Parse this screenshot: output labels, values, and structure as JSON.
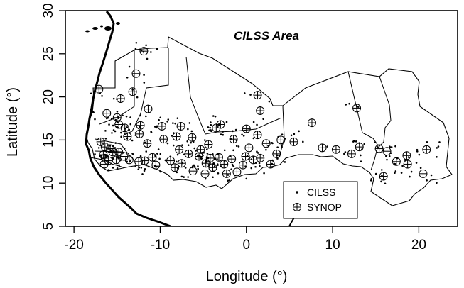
{
  "chart_data": {
    "type": "scatter",
    "title": "CILSS Area",
    "xlabel": "Longitude (°)",
    "ylabel": "Latitude (°)",
    "xlim": [
      -21,
      24.5
    ],
    "ylim": [
      5,
      30
    ],
    "xticks": [
      "-20",
      "-10",
      "0",
      "10",
      "20"
    ],
    "yticks": [
      "5",
      "10",
      "15",
      "20",
      "25",
      "30"
    ],
    "legend": {
      "position": "bottom-right",
      "entries": [
        {
          "label": "CILSS",
          "marker": "dot"
        },
        {
          "label": "SYNOP",
          "marker": "circle-plus"
        }
      ]
    },
    "series": [
      {
        "name": "SYNOP",
        "marker": "circle-plus",
        "points": [
          [
            -11.9,
            25.3
          ],
          [
            -12.8,
            22.7
          ],
          [
            -17.1,
            20.9
          ],
          [
            -13.2,
            20.6
          ],
          [
            -14.6,
            19.8
          ],
          [
            -11.4,
            18.6
          ],
          [
            -16.2,
            18.1
          ],
          [
            -15.0,
            17.6
          ],
          [
            -14.8,
            16.8
          ],
          [
            -12.3,
            16.7
          ],
          [
            -9.8,
            16.6
          ],
          [
            -7.6,
            16.6
          ],
          [
            -14.1,
            16.4
          ],
          [
            -12.4,
            15.7
          ],
          [
            -13.8,
            15.4
          ],
          [
            -11.5,
            14.6
          ],
          [
            -9.6,
            15.1
          ],
          [
            -6.3,
            15.3
          ],
          [
            -8.1,
            15.4
          ],
          [
            -3.5,
            16.4
          ],
          [
            -3.0,
            16.8
          ],
          [
            -1.5,
            15.1
          ],
          [
            0.0,
            16.3
          ],
          [
            1.3,
            15.6
          ],
          [
            2.3,
            14.6
          ],
          [
            1.3,
            20.2
          ],
          [
            1.6,
            18.4
          ],
          [
            7.6,
            17.0
          ],
          [
            12.8,
            18.7
          ],
          [
            4.0,
            15.0
          ],
          [
            5.5,
            14.8
          ],
          [
            8.8,
            14.1
          ],
          [
            10.4,
            13.9
          ],
          [
            12.2,
            13.4
          ],
          [
            13.1,
            14.2
          ],
          [
            15.4,
            14.0
          ],
          [
            16.3,
            13.7
          ],
          [
            18.6,
            13.2
          ],
          [
            20.9,
            13.9
          ],
          [
            17.4,
            12.5
          ],
          [
            18.7,
            12.2
          ],
          [
            15.9,
            10.8
          ],
          [
            20.5,
            11.1
          ],
          [
            -16.9,
            14.8
          ],
          [
            -16.4,
            14.2
          ],
          [
            -15.8,
            14.0
          ],
          [
            -15.5,
            13.6
          ],
          [
            -14.8,
            13.6
          ],
          [
            -16.6,
            13.3
          ],
          [
            -16.4,
            12.9
          ],
          [
            -16.0,
            12.6
          ],
          [
            -15.1,
            12.7
          ],
          [
            -14.2,
            13.1
          ],
          [
            -16.5,
            12.2
          ],
          [
            -13.6,
            12.7
          ],
          [
            -12.5,
            12.5
          ],
          [
            -11.8,
            12.6
          ],
          [
            -10.9,
            13.0
          ],
          [
            -8.8,
            12.6
          ],
          [
            -8.3,
            11.8
          ],
          [
            -7.5,
            12.3
          ],
          [
            -6.7,
            13.4
          ],
          [
            -5.5,
            13.1
          ],
          [
            -4.7,
            12.3
          ],
          [
            -4.2,
            12.9
          ],
          [
            -3.9,
            11.8
          ],
          [
            -3.2,
            13.0
          ],
          [
            -2.6,
            12.2
          ],
          [
            -1.7,
            12.8
          ],
          [
            -1.1,
            11.3
          ],
          [
            -0.4,
            12.1
          ],
          [
            -0.1,
            13.1
          ],
          [
            0.3,
            14.1
          ],
          [
            0.8,
            12.7
          ],
          [
            1.6,
            12.9
          ],
          [
            2.8,
            12.2
          ],
          [
            3.5,
            13.4
          ],
          [
            -6.2,
            11.4
          ],
          [
            -4.8,
            11.1
          ],
          [
            -2.3,
            11.1
          ],
          [
            -5.3,
            13.9
          ],
          [
            -7.8,
            13.9
          ],
          [
            -4.4,
            14.5
          ],
          [
            -10.5,
            12.1
          ]
        ]
      }
    ],
    "cilss_dots": 320
  }
}
